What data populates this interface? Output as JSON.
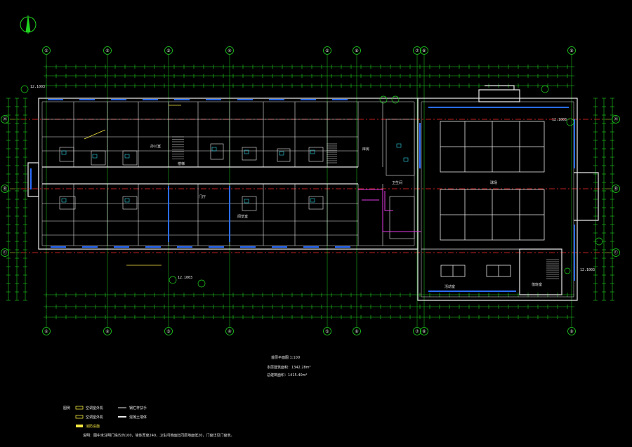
{
  "drawing": {
    "title": "首层平面图 1:100",
    "area_lines": [
      "本层建筑面积：1342.28m²",
      "总建筑面积：1415.40m²"
    ]
  },
  "axes_top": [
    "①",
    "②",
    "③",
    "④",
    "⑤",
    "⑥",
    "⑦",
    "⑧",
    "⑨"
  ],
  "axes_side": [
    "Ⓐ",
    "Ⓑ",
    "Ⓒ",
    "Ⓓ"
  ],
  "elevation_marks": [
    "12.1003",
    "12.1003",
    "12.1003",
    "12.1003"
  ],
  "room_labels": {
    "hall": "门厅",
    "office": "办公室",
    "stair": "楼梯",
    "store": "库房",
    "gym": "球场",
    "wc": "卫生间",
    "reading": "阅览室",
    "duty": "值班室",
    "activity": "活动室"
  },
  "legend": {
    "heading": "图例",
    "items": [
      "空调室外机",
      "空调室外机",
      "钢栏杆扶手",
      "混凝土墙体",
      "消防设施"
    ],
    "notes": "说明：图中未注明门垛均为100，墙体厚度240，卫生间地面比同层地面低20，门窗详见门窗表。"
  },
  "colors": {
    "grid": "#1fd41f",
    "wall": "#e8e8e8",
    "window": "#2a6cff",
    "axis_red": "#ff2a2a",
    "magenta": "#e23ce2",
    "yellow": "#f5e642",
    "cyan": "#2ed8e8"
  }
}
